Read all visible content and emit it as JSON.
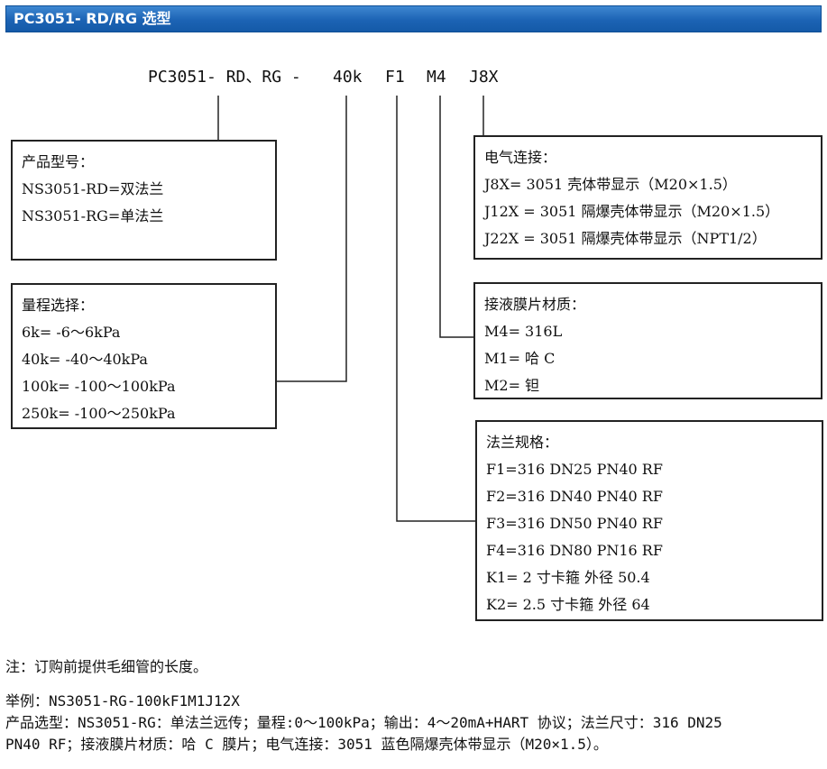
{
  "header": {
    "title": "PC3051- RD/RG 选型"
  },
  "code": {
    "segments": [
      "PC3051- RD、RG -",
      "40k",
      "F1",
      "M4",
      "J8X"
    ]
  },
  "boxes": {
    "model": {
      "title": "产品型号：",
      "lines": [
        "NS3051-RD=双法兰",
        "NS3051-RG=单法兰"
      ]
    },
    "range": {
      "title": "量程选择：",
      "lines": [
        "6k= -6～6kPa",
        "40k= -40～40kPa",
        "100k= -100～100kPa",
        "250k= -100～250kPa"
      ]
    },
    "electrical": {
      "title": "电气连接：",
      "lines": [
        "J8X= 3051 壳体带显示（M20×1.5）",
        "J12X = 3051 隔爆壳体带显示（M20×1.5）",
        "J22X = 3051 隔爆壳体带显示（NPT1/2）"
      ]
    },
    "diaphragm": {
      "title": "接液膜片材质：",
      "lines": [
        "M4= 316L",
        "M1= 哈 C",
        "M2= 钽"
      ]
    },
    "flange": {
      "title": "法兰规格：",
      "lines": [
        "F1=316 DN25 PN40 RF",
        "F2=316 DN40 PN40 RF",
        "F3=316 DN50 PN40 RF",
        "F4=316 DN80 PN16 RF",
        "K1= 2 寸卡箍  外径 50.4",
        "K2= 2.5 寸卡箍  外径 64"
      ]
    }
  },
  "notes": {
    "remark": "注：订购前提供毛细管的长度。",
    "example_label": "举例：NS3051-RG-100kF1M1J12X",
    "example_line1": "产品选型：NS3051-RG：单法兰远传；量程:0～100kPa；输出：4～20mA+HART 协议；法兰尺寸：316 DN25",
    "example_line2": "PN40 RF；接液膜片材质：哈 C 膜片；电气连接：3051 蓝色隔爆壳体带显示（M20×1.5）。"
  },
  "colors": {
    "header_bg": "#1c63b4",
    "header_text": "#ffffff",
    "line": "#222222"
  }
}
